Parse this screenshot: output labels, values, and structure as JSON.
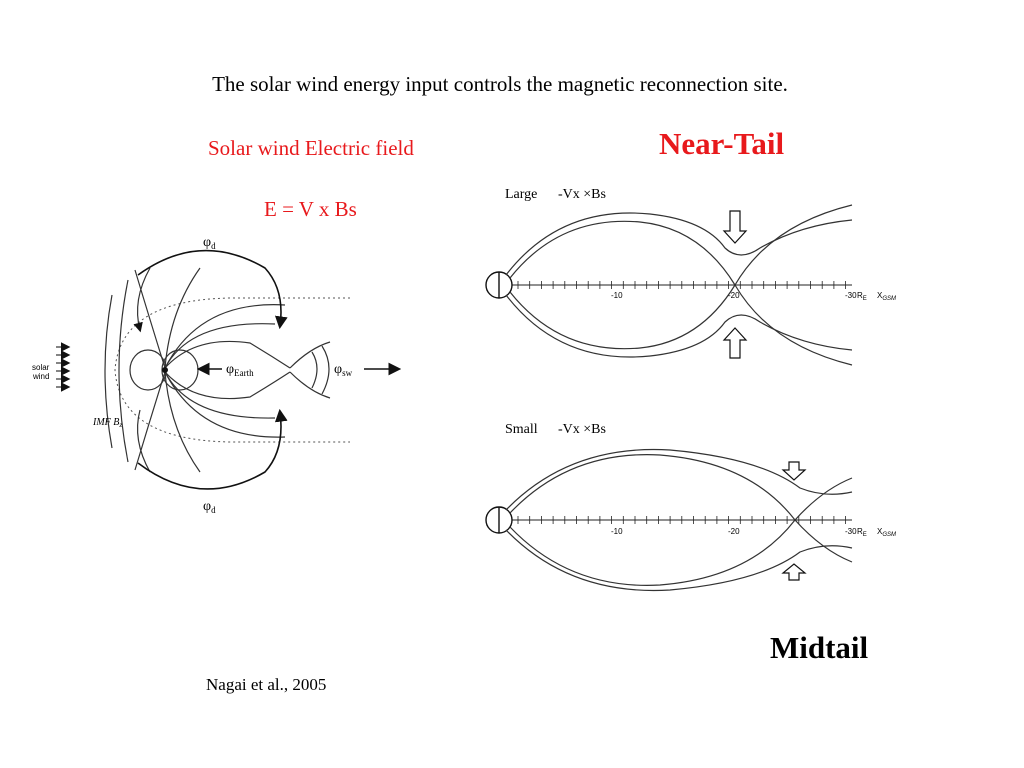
{
  "slide": {
    "headline": "The solar wind energy input controls the magnetic reconnection site.",
    "solar_wind_label": "Solar wind Electric field",
    "equation": "E = V x Bs",
    "near_tail_label": "Near-Tail",
    "midtail_label": "Midtail",
    "citation": "Nagai et al., 2005"
  },
  "colors": {
    "accent_red": "#e8191c",
    "ink": "#000000"
  },
  "left_diagram": {
    "phi_d_top": "φ",
    "phi_d_top_sub": "d",
    "phi_d_bottom": "φ",
    "phi_d_bottom_sub": "d",
    "phi_earth": "φ",
    "phi_earth_sub": "Earth",
    "phi_sw": "φ",
    "phi_sw_sub": "sw",
    "solar_wind_text_1": "solar",
    "solar_wind_text_2": "wind",
    "imf_label": "IMF B",
    "imf_sub": "z"
  },
  "panels": {
    "top": {
      "condition": "Large",
      "driver": "-Vx ×Bs"
    },
    "bottom": {
      "condition": "Small",
      "driver": "-Vx ×Bs"
    },
    "axis_ticks": [
      "-10",
      "-20",
      "-30"
    ],
    "axis_unit": "R",
    "axis_unit_sub": "E",
    "axis_name": "X",
    "axis_name_sub": "GSM"
  }
}
